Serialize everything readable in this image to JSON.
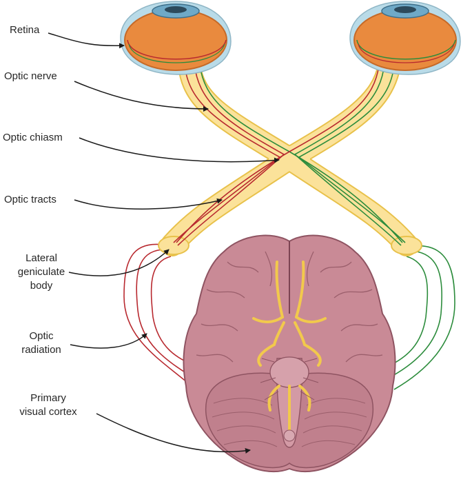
{
  "labels": {
    "retina": "Retina",
    "optic_nerve": "Optic nerve",
    "optic_chiasm": "Optic chiasm",
    "optic_tracts": "Optic tracts",
    "lgb_line1": "Lateral",
    "lgb_line2": "geniculate",
    "lgb_line3": "body",
    "radiation_line1": "Optic",
    "radiation_line2": "radiation",
    "cortex_line1": "Primary",
    "cortex_line2": "visual cortex"
  },
  "colors": {
    "eye_orange": "#e98a3e",
    "eye_rim": "#b9dbe8",
    "nerve_yellow": "#fbe29a",
    "nerve_outline": "#e8c14a",
    "fiber_red": "#b8292f",
    "fiber_green": "#2c8c3c",
    "brain_fill": "#c98a96",
    "brain_stroke": "#8e5361",
    "arrow_color": "#1a1a1a"
  }
}
